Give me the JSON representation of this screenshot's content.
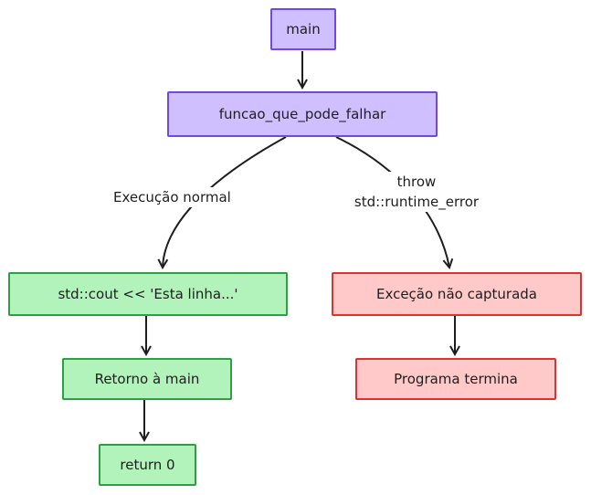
{
  "nodes": {
    "main": "main",
    "funcao": "funcao_que_pode_falhar",
    "cout": "std::cout << 'Esta linha...'",
    "retorno": "Retorno à main",
    "return0": "return 0",
    "excecao": "Exceção não capturada",
    "termina": "Programa termina"
  },
  "edge_labels": {
    "normal": "Execução normal",
    "throw_line1": "throw",
    "throw_line2": "std::runtime_error"
  },
  "colors": {
    "purple_fill": "#d0bfff",
    "purple_stroke": "#7048e8",
    "green_fill": "#b2f2bb",
    "green_stroke": "#2f9e44",
    "red_fill": "#ffc9c9",
    "red_stroke": "#e03131",
    "edge": "#1e1e1e"
  }
}
